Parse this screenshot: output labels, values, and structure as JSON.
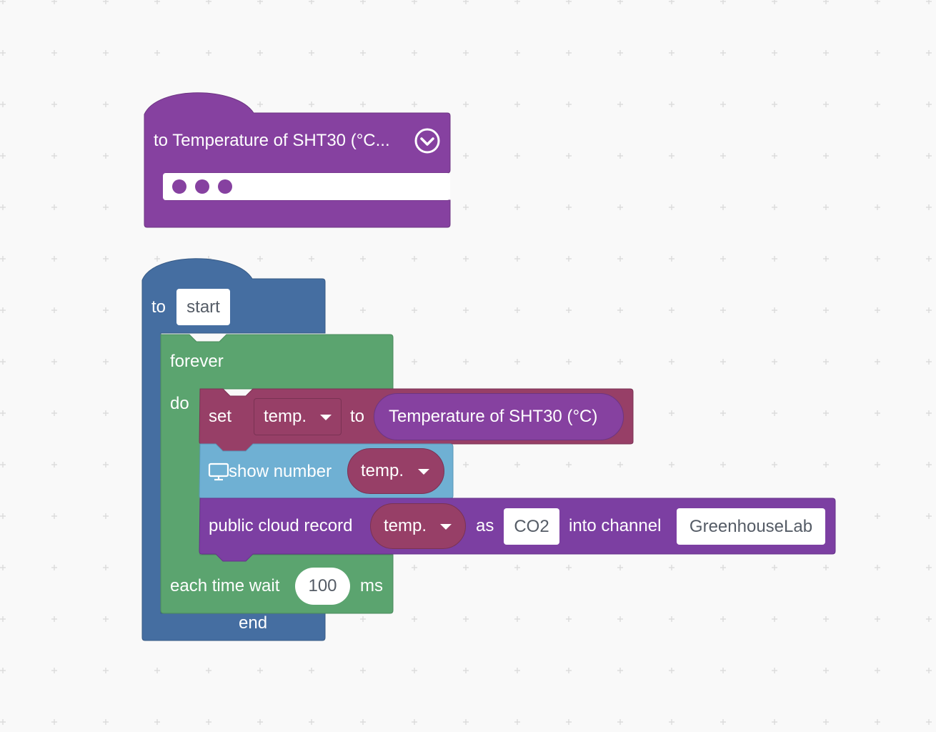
{
  "colors": {
    "background": "#f9f9f9",
    "grid_mark": "#dcdcdc",
    "procedure_purple": "#8641a0",
    "event_blue": "#456ea1",
    "loop_green": "#5ba46f",
    "variable_maroon": "#973f67",
    "display_lightblue": "#6fb0d3",
    "cloud_purple": "#7c3fa2",
    "field_text": "#555c66"
  },
  "function_block": {
    "title": "to Temperature of SHT30 (°C...",
    "collapse_icon": "chevron-down-circle-icon",
    "collapsed_content_icon": "ellipsis-dots-icon"
  },
  "start_block": {
    "to_label": "to",
    "event_name": "start",
    "end_label": "end"
  },
  "forever_block": {
    "label": "forever",
    "do_label": "do",
    "wait_prefix": "each time wait",
    "wait_value": "100",
    "wait_unit": "ms"
  },
  "set_block": {
    "label": "set",
    "variable": "temp.",
    "to_label": "to",
    "value_reporter": "Temperature of SHT30 (°C)"
  },
  "show_number_block": {
    "icon": "monitor-icon",
    "label": "show number",
    "variable": "temp."
  },
  "cloud_record_block": {
    "label": "public cloud record",
    "variable": "temp.",
    "as_label": "as",
    "field_name": "CO2",
    "channel_label": "into channel",
    "channel_name": "GreenhouseLab"
  }
}
